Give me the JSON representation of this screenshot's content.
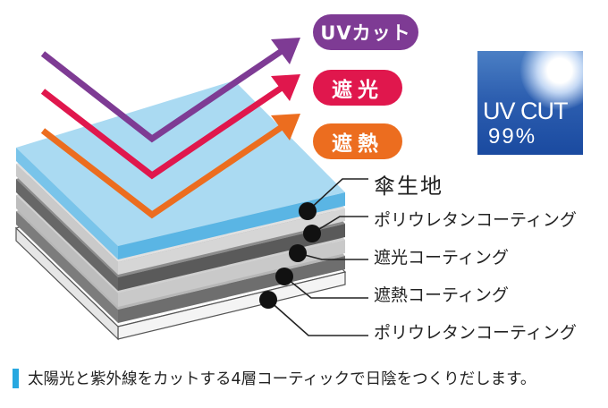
{
  "rays": {
    "uv_label": "UVカット",
    "shade_label": "遮光",
    "heat_label": "遮熱",
    "colors": {
      "uv": "#7e3b94",
      "shade": "#e0174d",
      "heat": "#ec6d1f"
    }
  },
  "layers": {
    "fabric": "傘生地",
    "coating_1": "ポリウレタンコーティング",
    "coating_2": "遮光コーティング",
    "coating_3": "遮熱コーティング",
    "coating_4": "ポリウレタンコーティング"
  },
  "badge": {
    "line1": "UV CUT",
    "line2": "99%"
  },
  "caption": "太陽光と紫外線をカットする4層コーティックで日陰をつくりだします。",
  "colors": {
    "fabric": "#aadaf2",
    "fabric_side": "#5ab5e4",
    "caption_bar": "#28a8e0"
  }
}
